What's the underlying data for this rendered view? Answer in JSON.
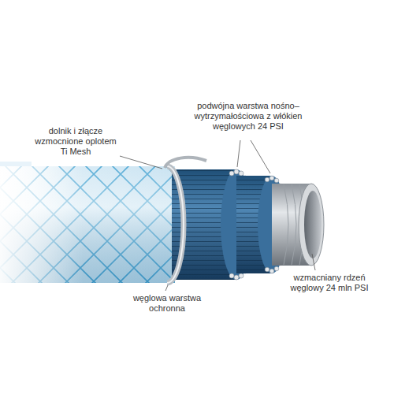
{
  "diagram": {
    "labels": [
      "podwójna warstwa nośno– wytrzymałościowa z włókien węglowych 24 PSI",
      "dolnik i złącze wzmocnione oplotem Ti Mesh",
      "wzmacniany rdzeń węglowy 24 mln PSI",
      "węglowa warstwa ochronna"
    ]
  }
}
